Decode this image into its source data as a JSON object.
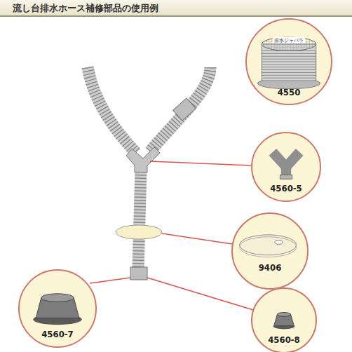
{
  "diagram": {
    "title": "流し台排水ホース補修部品の使用例",
    "nodes": [
      {
        "text": [
          "排水ジャバラ",
          "4550"
        ]
      },
      {
        "text": [
          "4560-5"
        ]
      },
      {
        "text": [
          "9406"
        ]
      },
      {
        "text": [
          "4560-7"
        ]
      },
      {
        "text": [
          "4560-8"
        ]
      }
    ]
  }
}
